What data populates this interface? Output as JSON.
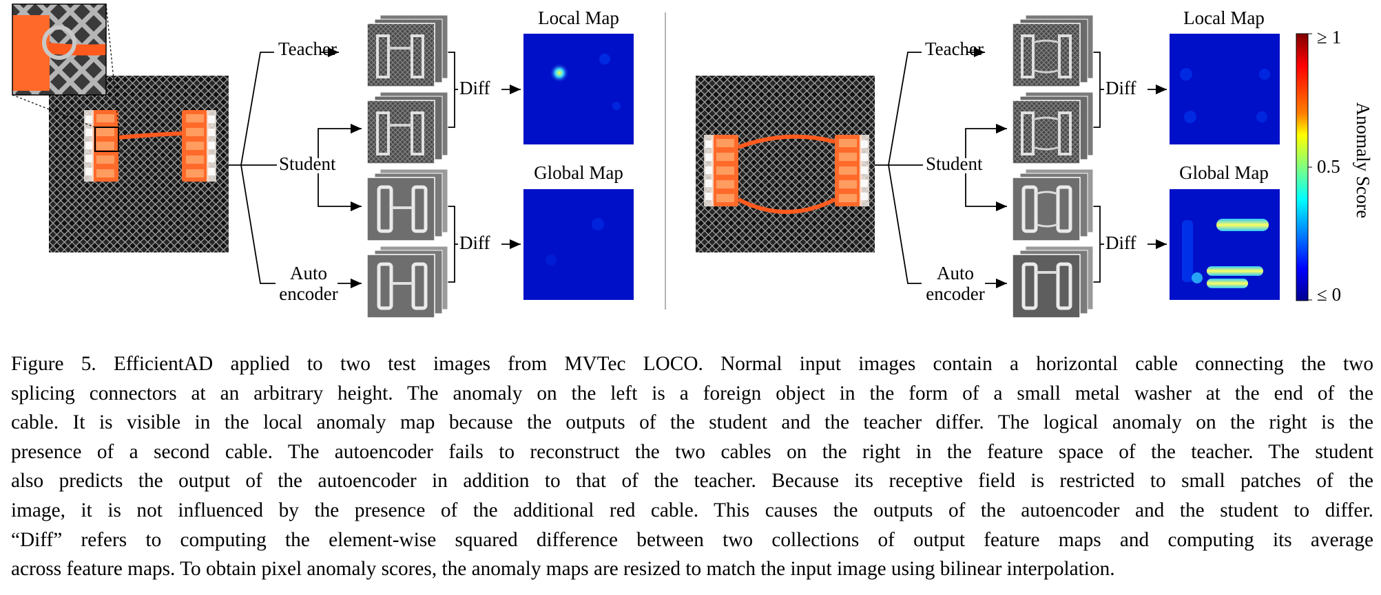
{
  "left_panel": {
    "labels": {
      "teacher": "Teacher",
      "student": "Student",
      "auto_line1": "Auto",
      "auto_line2": "encoder",
      "diff_top": "Diff",
      "diff_bottom": "Diff"
    },
    "map_titles": {
      "local": "Local Map",
      "global": "Global Map"
    }
  },
  "right_panel": {
    "labels": {
      "teacher": "Teacher",
      "student": "Student",
      "auto_line1": "Auto",
      "auto_line2": "encoder",
      "diff_top": "Diff",
      "diff_bottom": "Diff"
    },
    "map_titles": {
      "local": "Local Map",
      "global": "Global Map"
    }
  },
  "colorbar": {
    "title": "Anomaly Score",
    "tick_top": "≥ 1",
    "tick_mid": "0.5",
    "tick_bottom": "≤ 0",
    "colors": [
      "#800000",
      "#ff0000",
      "#ff8000",
      "#ffff00",
      "#80ff80",
      "#00ffff",
      "#0080ff",
      "#0000ff",
      "#00008f"
    ]
  },
  "caption": {
    "lines": [
      "Figure 5. EfficientAD applied to two test images from MVTec LOCO. Normal input images contain a horizontal cable connecting the two",
      "splicing connectors at an arbitrary height. The anomaly on the left is a foreign object in the form of a small metal washer at the end of the",
      "cable. It is visible in the local anomaly map because the outputs of the student and the teacher differ. The logical anomaly on the right is the",
      "presence of a second cable. The autoencoder fails to reconstruct the two cables on the right in the feature space of the teacher. The student",
      "also predicts the output of the autoencoder in addition to that of the teacher. Because its receptive field is restricted to small patches of the",
      "image, it is not influenced by the presence of the additional red cable. This causes the outputs of the autoencoder and the student to differ.",
      "“Diff” refers to computing the element-wise squared difference between two collections of output feature maps and computing its average",
      "across feature maps. To obtain pixel anomaly scores, the anomaly maps are resized to match the input image using bilinear interpolation."
    ]
  }
}
